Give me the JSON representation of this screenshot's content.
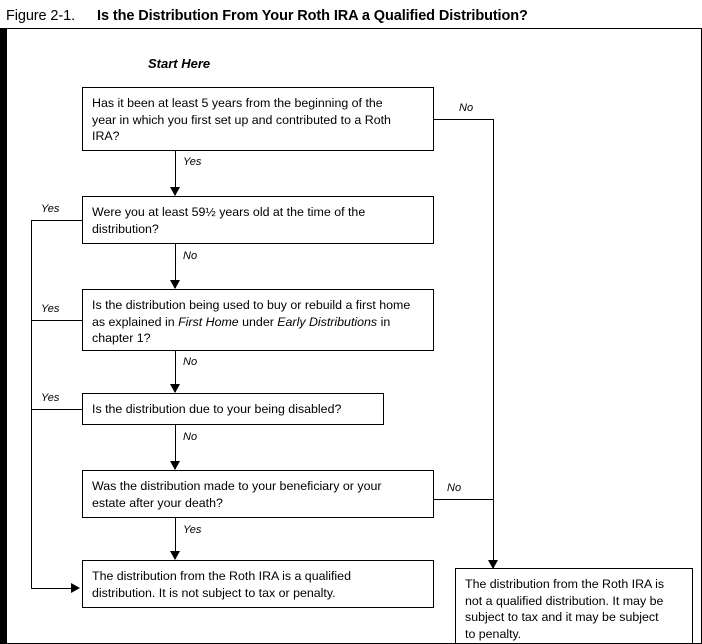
{
  "figure": {
    "number": "Figure 2-1.",
    "title": "Is the Distribution From Your Roth IRA a Qualified Distribution?"
  },
  "chart_data": {
    "type": "diagram",
    "diagram_kind": "decision-flowchart",
    "title": "Is the Distribution From Your Roth IRA a Qualified Distribution?",
    "start_label": "Start Here",
    "nodes": [
      {
        "id": "q1",
        "kind": "decision",
        "text": "Has it been at least 5 years from the beginning of the year in which you first set up and contributed to a Roth IRA?"
      },
      {
        "id": "q2",
        "kind": "decision",
        "text": "Were you at least 59½ years old at the time of the distribution?"
      },
      {
        "id": "q3",
        "kind": "decision",
        "text": "Is the distribution being used to buy or rebuild a first home as explained in First Home under Early Distributions in chapter 1?"
      },
      {
        "id": "q4",
        "kind": "decision",
        "text": "Is the distribution due to your being disabled?"
      },
      {
        "id": "q5",
        "kind": "decision",
        "text": "Was the distribution made to your beneficiary or your estate after your death?"
      },
      {
        "id": "qualified",
        "kind": "terminal",
        "text": "The distribution from the Roth IRA is a qualified distribution. It is not subject to tax or penalty."
      },
      {
        "id": "not-qualified",
        "kind": "terminal",
        "text": "The distribution from the Roth IRA is not a qualified distribution. It may be subject to tax and it may be subject to penalty."
      }
    ],
    "edges": [
      {
        "from": "q1",
        "to": "q2",
        "label": "Yes"
      },
      {
        "from": "q1",
        "to": "not-qualified",
        "label": "No"
      },
      {
        "from": "q2",
        "to": "qualified",
        "label": "Yes"
      },
      {
        "from": "q2",
        "to": "q3",
        "label": "No"
      },
      {
        "from": "q3",
        "to": "qualified",
        "label": "Yes"
      },
      {
        "from": "q3",
        "to": "q4",
        "label": "No"
      },
      {
        "from": "q4",
        "to": "qualified",
        "label": "Yes"
      },
      {
        "from": "q4",
        "to": "q5",
        "label": "No"
      },
      {
        "from": "q5",
        "to": "qualified",
        "label": "Yes"
      },
      {
        "from": "q5",
        "to": "not-qualified",
        "label": "No"
      }
    ]
  },
  "boxes": {
    "q1": {
      "line1": "Has it been at least 5 years from the beginning of the",
      "line2": "year in which you first set up and contributed to a Roth",
      "line3": "IRA?"
    },
    "q2": {
      "line1": "Were you at least 59½ years old at the time of the",
      "line2": "distribution?"
    },
    "q3": {
      "p1": "Is the distribution being used to buy or rebuild a first home as explained in ",
      "em1": "First Home",
      "p2": " under ",
      "em2": "Early Distributions",
      "p3": " in chapter 1?"
    },
    "q4": {
      "line1": "Is the distribution due to your being disabled?"
    },
    "q5": {
      "line1": "Was the distribution made to your beneficiary or your",
      "line2": "estate after your death?"
    },
    "qualified": {
      "line1": "The distribution from the Roth IRA is a qualified",
      "line2": "distribution. It is not subject to tax or penalty."
    },
    "not_qualified": {
      "line1": "The distribution from the Roth IRA is",
      "line2": "not a qualified distribution. It may be",
      "line3": "subject to tax and it may be subject",
      "line4": "to penalty."
    }
  },
  "labels": {
    "start_here": "Start Here",
    "yes": "Yes",
    "no": "No"
  },
  "colors": {
    "stroke": "#000000",
    "background": "#ffffff",
    "text": "#000000"
  }
}
